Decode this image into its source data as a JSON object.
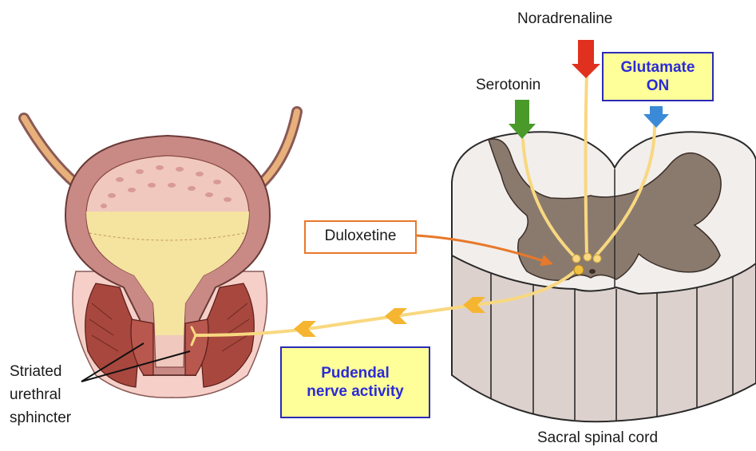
{
  "labels": {
    "noradrenaline": "Noradrenaline",
    "serotonin": "Serotonin",
    "glutamate_line1": "Glutamate",
    "glutamate_line2": "ON",
    "duloxetine": "Duloxetine",
    "pudendal_line1": "Pudendal",
    "pudendal_line2": "nerve activity",
    "sphincter_line1": "Striated",
    "sphincter_line2": "urethral",
    "sphincter_line3": "sphincter",
    "spinal_cord": "Sacral spinal cord"
  },
  "colors": {
    "noradrenaline_arrow": "#e0301e",
    "serotonin_arrow": "#4a9a2a",
    "glutamate_arrow": "#3a8ad8",
    "nerve": "#f8d880",
    "nerve_arrow": "#f5b531",
    "duloxetine_arrow": "#e8782a",
    "label_box_fill": "#ffff99",
    "label_box_border": "#2a2ab8",
    "label_box_text": "#2b2bd6",
    "gray_matter": "#8a7a6e",
    "bladder_wall": "#c98a86",
    "urine": "#f5e3a0",
    "muscle": "#a8473e"
  }
}
